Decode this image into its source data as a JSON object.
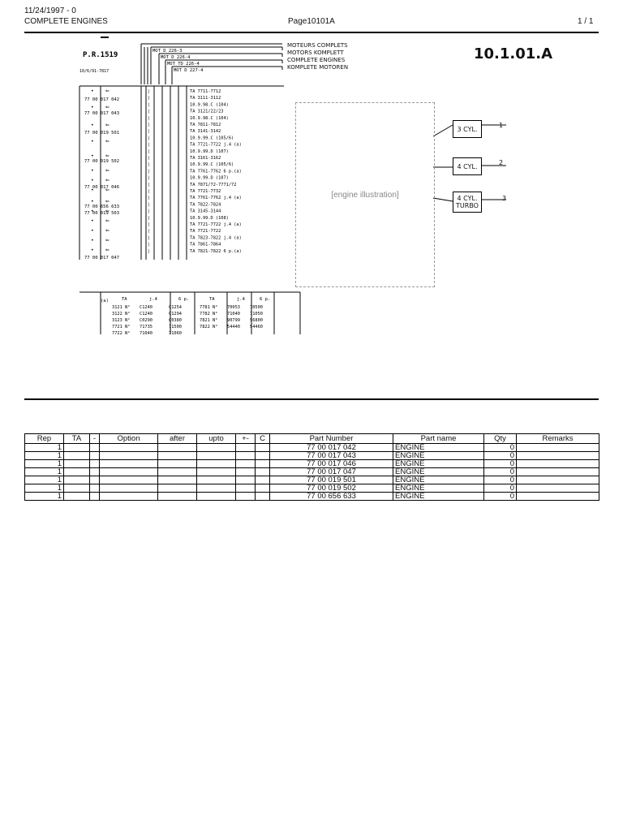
{
  "header": {
    "date": "11/24/1997 - 0",
    "section": "COMPLETE ENGINES",
    "page_ref": "Page10101A",
    "page_count": "1 / 1"
  },
  "drawing": {
    "pr_ref": "P.R.1519",
    "pr_date": "10/6/91-7817",
    "titles": [
      "MOTEURS COMPLETS",
      "MOTORS KOMPLETT",
      "COMPLETE ENGINES",
      "KOMPLETE MOTOREN"
    ],
    "code": "10.1.01.A",
    "mot_labels": [
      "MOT D 226-3",
      "MOT D 226-4",
      "MOT TD 226-4",
      "MOT D 227-4"
    ],
    "engine_placeholder": "[engine illustration]",
    "callouts": [
      {
        "label": "3 CYL.",
        "num": "1"
      },
      {
        "label": "4 CYL.",
        "num": "2"
      },
      {
        "label": "4 CYL.",
        "sub": "TURBO",
        "num": "3"
      }
    ],
    "left_refs": [
      "77 00 017 042",
      "77 00 017 043",
      "77 00 019 501",
      "77 00 019 502",
      "77 00 017 046",
      "77 00 656 633",
      "77 00 019 503",
      "77 00 017 047"
    ],
    "row_refs": [
      "TA 7711-7712",
      "TA 3111-3112",
      "10.9.98.C (104)",
      "TA 3121/22/23",
      "10.9.98.C (104)",
      "TA 7811-7812",
      "TA 3141-3142",
      "10.9.99.C (105/6)",
      "TA 7721-7722 j.4 (a)",
      "10.9.99.D (107)",
      "TA 3161-3162",
      "10.9.99.C (105/6)",
      "TA 7761-7762 6 p.(a)",
      "10.9.99.D (107)",
      "TA 7871/72-7771/72",
      "TA 7721-7732",
      "TA 7761-7762 j.4 (a)",
      "TA 7822-7824",
      "TA 3145-3144",
      "10.9.99.D (108)",
      "TA 7721-7722 j.4 (a)",
      "TA 7721-7722",
      "TA 7823-7822 j.4 (a)",
      "TA 7861-7864",
      "TA 7821-7822 6 p.(a)"
    ],
    "lower_table": {
      "note": "(a)",
      "head": [
        "TA",
        "j.4",
        "6 p.",
        "TA",
        "j.4",
        "6 p."
      ],
      "rows": [
        [
          "3121 N°",
          "C1240",
          "C1254",
          "7781 N°",
          "70053",
          "70500"
        ],
        [
          "3122 N°",
          "C1240",
          "C1294",
          "7782 N°",
          "71040",
          "71050"
        ],
        [
          "3123 N°",
          "C0290",
          "C0380",
          "7821 N°",
          "90799",
          "56800"
        ],
        [
          "7721 N°",
          "71735",
          "71500",
          "7822 N°",
          "54440",
          "54460"
        ],
        [
          "7722 N°",
          "71040",
          "71060",
          "",
          "",
          ""
        ]
      ]
    }
  },
  "parts_table": {
    "columns": [
      "Rep",
      "TA",
      "-",
      "Option",
      "after",
      "upto",
      "+-",
      "C",
      "Part Number",
      "Part name",
      "Qty",
      "Remarks"
    ],
    "rows": [
      {
        "rep": "1",
        "part_number": "77 00 017 042",
        "part_name": "ENGINE",
        "qty": "0"
      },
      {
        "rep": "1",
        "part_number": "77 00 017 043",
        "part_name": "ENGINE",
        "qty": "0"
      },
      {
        "rep": "1",
        "part_number": "77 00 017 046",
        "part_name": "ENGINE",
        "qty": "0"
      },
      {
        "rep": "1",
        "part_number": "77 00 017 047",
        "part_name": "ENGINE",
        "qty": "0"
      },
      {
        "rep": "1",
        "part_number": "77 00 019 501",
        "part_name": "ENGINE",
        "qty": "0"
      },
      {
        "rep": "1",
        "part_number": "77 00 019 502",
        "part_name": "ENGINE",
        "qty": "0"
      },
      {
        "rep": "1",
        "part_number": "77 00 656 633",
        "part_name": "ENGINE",
        "qty": "0"
      }
    ]
  }
}
